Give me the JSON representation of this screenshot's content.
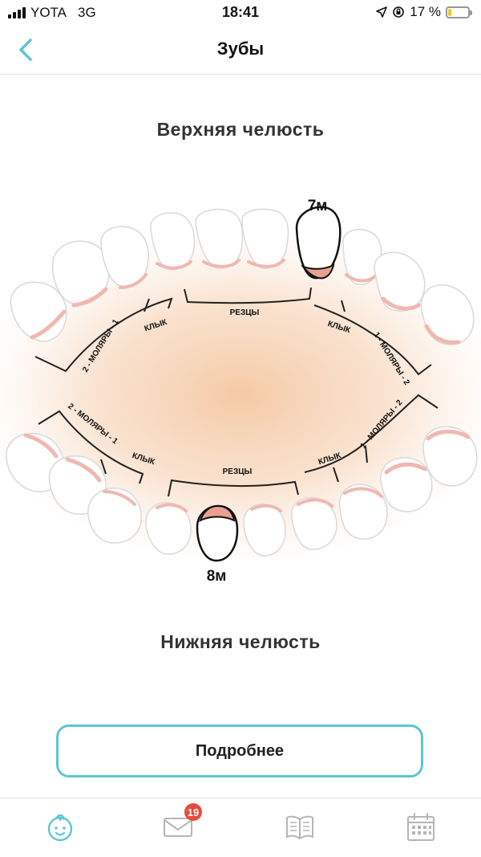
{
  "status_bar": {
    "carrier": "YOTA",
    "network": "3G",
    "time": "18:41",
    "battery_percent_label": "17 %",
    "battery_level": 0.17
  },
  "nav": {
    "title": "Зубы",
    "back_icon": "chevron-left-icon"
  },
  "upper_jaw": {
    "title": "Верхняя челюсть",
    "highlighted_tooth_age": "7м",
    "labels": {
      "incisors": "РЕЗЦЫ",
      "canine_left": "КЛЫК",
      "canine_right": "КЛЫК",
      "molars_left": "2 - МОЛЯРЫ - 1",
      "molars_right": "1 - МОЛЯРЫ - 2"
    }
  },
  "lower_jaw": {
    "title": "Нижняя челюсть",
    "highlighted_tooth_age": "8м",
    "labels": {
      "incisors": "РЕЗЦЫ",
      "canine_left": "КЛЫК",
      "canine_right": "КЛЫК",
      "molars_left": "2 - МОЛЯРЫ - 1",
      "molars_right": "1 - МОЛЯРЫ - 2"
    }
  },
  "details_button": {
    "label": "Подробнее"
  },
  "tab_bar": {
    "tabs": [
      {
        "icon": "baby-face-icon",
        "active": true
      },
      {
        "icon": "mail-icon",
        "badge": "19"
      },
      {
        "icon": "book-icon"
      },
      {
        "icon": "calendar-icon"
      }
    ]
  },
  "colors": {
    "accent": "#5cc6d4",
    "gum": "#f2c9a8",
    "tooth_root_highlight": "#e8a090",
    "badge": "#e84b3c"
  }
}
